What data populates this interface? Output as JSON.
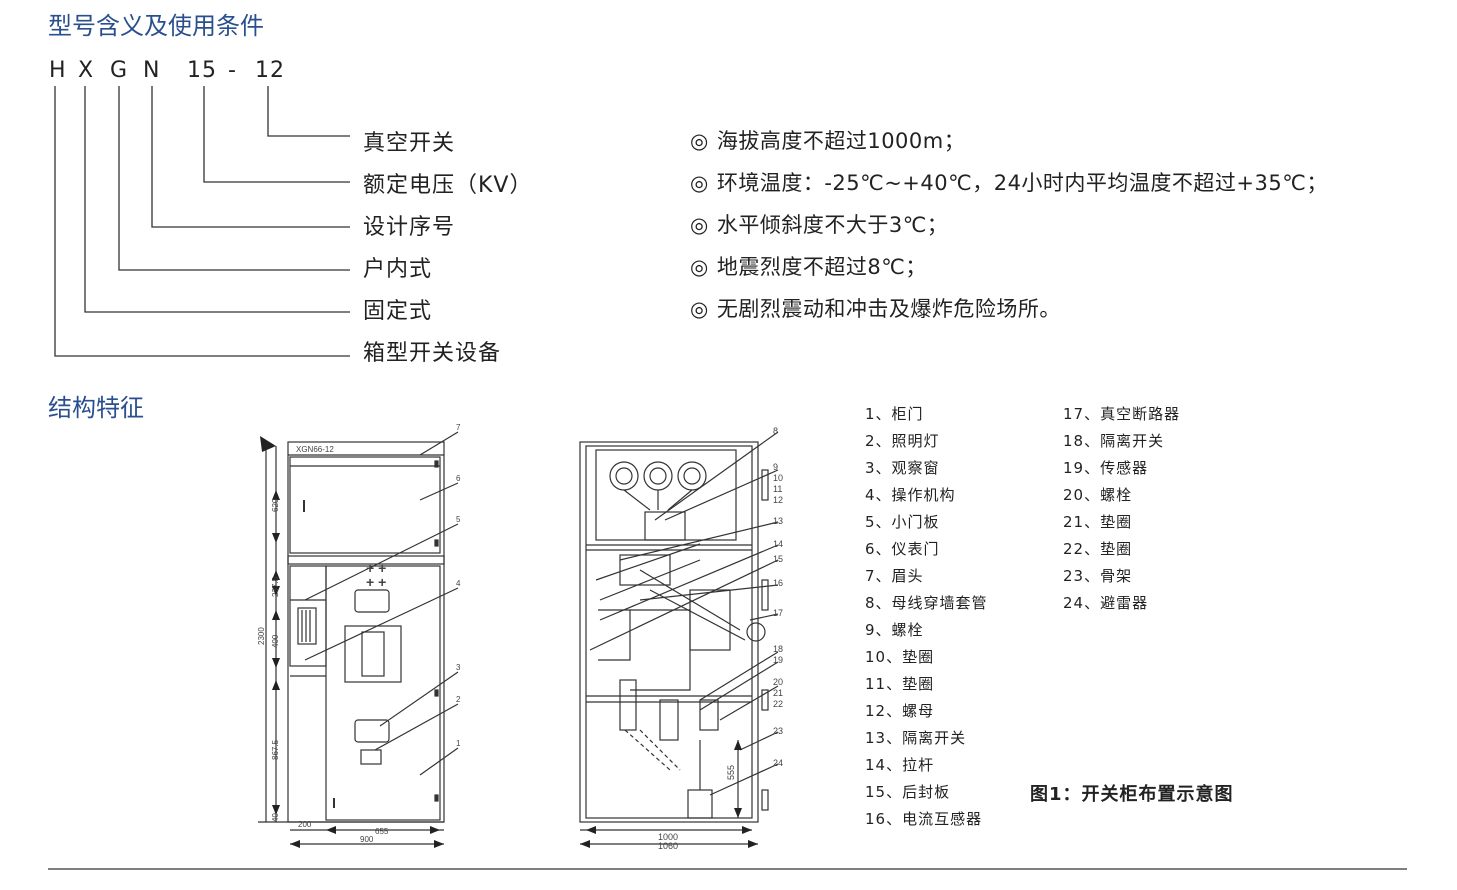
{
  "sections": {
    "model_title": "型号含义及使用条件",
    "structure_title": "结构特征"
  },
  "model_code": {
    "letters": [
      "H",
      "X",
      "G",
      "N",
      "15",
      "-",
      "12"
    ],
    "meanings": [
      "真空开关",
      "额定电压（KV）",
      "设计序号",
      "户内式",
      "固定式",
      "箱型开关设备"
    ]
  },
  "conditions": {
    "marker": "◎",
    "items": [
      "海拔高度不超过1000m；",
      "环境温度：-25℃~+40℃，24小时内平均温度不超过+35℃；",
      "水平倾斜度不大于3℃；",
      "地震烈度不超过8℃；",
      "无剧烈震动和冲击及爆炸危险场所。"
    ]
  },
  "diagram_front": {
    "nameplate": "XGN66-12",
    "dimensions": {
      "top_section": "620",
      "section_2": "237.5",
      "section_3": "400",
      "section_4": "867.5",
      "bottom": "40",
      "total_height": "2300",
      "left_width": "200",
      "inner_width": "655",
      "full_width": "900"
    },
    "callouts": [
      "7",
      "6",
      "5",
      "4",
      "3",
      "2",
      "1"
    ]
  },
  "diagram_side": {
    "callouts": [
      "8",
      "9",
      "10",
      "11",
      "12",
      "13",
      "14",
      "15",
      "16",
      "17",
      "18",
      "19",
      "20",
      "21",
      "22",
      "23",
      "24"
    ],
    "dimensions": {
      "inner_width": "1000",
      "full_width": "1060",
      "height": "555"
    }
  },
  "legend": {
    "col1": [
      "1、柜门",
      "2、照明灯",
      "3、观察窗",
      "4、操作机构",
      "5、小门板",
      "6、仪表门",
      "7、眉头",
      "8、母线穿墙套管",
      "9、螺栓",
      "10、垫圈",
      "11、垫圈",
      "12、螺母",
      "13、隔离开关",
      "14、拉杆",
      "15、后封板",
      "16、电流互感器"
    ],
    "col2": [
      "17、真空断路器",
      "18、隔离开关",
      "19、传感器",
      "20、螺栓",
      "21、垫圈",
      "22、垫圈",
      "23、骨架",
      "24、避雷器"
    ]
  },
  "caption": "图1：开关柜布置示意图",
  "colors": {
    "heading": "#2a4f8f",
    "text": "#222222",
    "line": "#333333"
  }
}
